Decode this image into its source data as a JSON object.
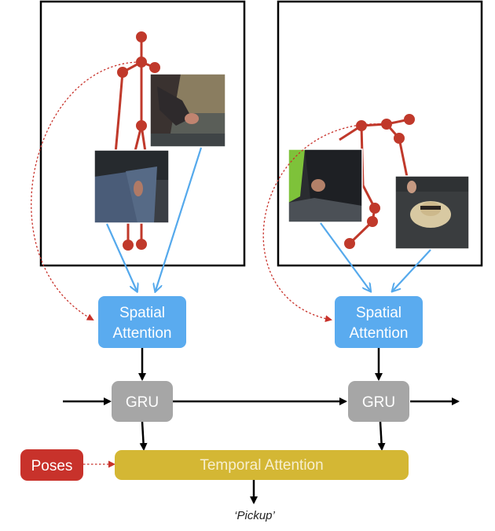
{
  "diagram": {
    "frames": [
      {
        "id": "frame-left"
      },
      {
        "id": "frame-right"
      }
    ],
    "spatial_attention": [
      "Spatial",
      "Attention"
    ],
    "gru_label": "GRU",
    "temporal_attention_label": "Temporal Attention",
    "poses_label": "Poses",
    "output_label": "‘Pickup’"
  },
  "colors": {
    "spatial_box": "#5aabef",
    "gru_box": "#a6a6a6",
    "temporal_box": "#d4b734",
    "poses_box": "#c8322b",
    "skeleton": "#c0392b",
    "attention_arrow": "#55a9ec",
    "flow_arrow": "#000000",
    "dashed_arrow": "#c8322b"
  }
}
